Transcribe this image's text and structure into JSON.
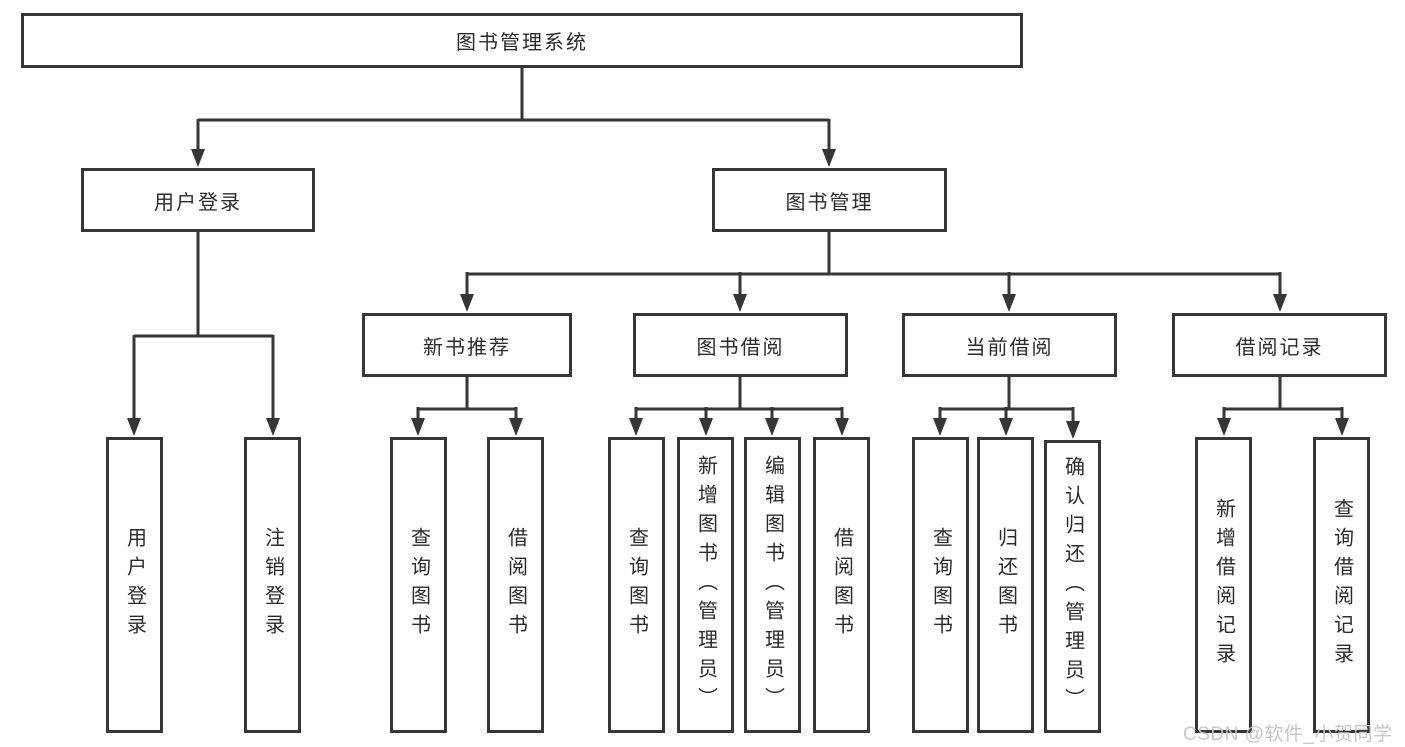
{
  "diagram": {
    "title": "图书管理系统",
    "root": {
      "label": "图书管理系统"
    },
    "level2": [
      {
        "id": "user-login",
        "label": "用户登录"
      },
      {
        "id": "book-management",
        "label": "图书管理"
      }
    ],
    "level3": [
      {
        "id": "new-book-recommend",
        "parent": "图书管理",
        "label": "新书推荐"
      },
      {
        "id": "book-borrowing",
        "parent": "图书管理",
        "label": "图书借阅"
      },
      {
        "id": "current-borrowing",
        "parent": "图书管理",
        "label": "当前借阅"
      },
      {
        "id": "borrowing-records",
        "parent": "图书管理",
        "label": "借阅记录"
      }
    ],
    "leaves": [
      {
        "id": "user-login-leaf",
        "parent": "用户登录",
        "label": "用户登录"
      },
      {
        "id": "logout",
        "parent": "用户登录",
        "label": "注销登录"
      },
      {
        "id": "query-books-1",
        "parent": "新书推荐",
        "label": "查询图书"
      },
      {
        "id": "borrow-books-1",
        "parent": "新书推荐",
        "label": "借阅图书"
      },
      {
        "id": "query-books-2",
        "parent": "图书借阅",
        "label": "查询图书"
      },
      {
        "id": "add-books-admin",
        "parent": "图书借阅",
        "label": "新增图书（管理员）"
      },
      {
        "id": "edit-books-admin",
        "parent": "图书借阅",
        "label": "编辑图书（管理员）"
      },
      {
        "id": "borrow-books-2",
        "parent": "图书借阅",
        "label": "借阅图书"
      },
      {
        "id": "query-books-3",
        "parent": "当前借阅",
        "label": "查询图书"
      },
      {
        "id": "return-books",
        "parent": "当前借阅",
        "label": "归还图书"
      },
      {
        "id": "confirm-return-admin",
        "parent": "当前借阅",
        "label": "确认归还（管理员）"
      },
      {
        "id": "add-borrow-record",
        "parent": "借阅记录",
        "label": "新增借阅记录"
      },
      {
        "id": "query-borrow-record",
        "parent": "借阅记录",
        "label": "查询借阅记录"
      }
    ]
  },
  "watermark": {
    "text": "CSDN @软件_小贺同学"
  },
  "colors": {
    "line": "#363636",
    "text": "#2b2b2b",
    "background": "#ffffff",
    "watermark": "#c5c5c5"
  }
}
